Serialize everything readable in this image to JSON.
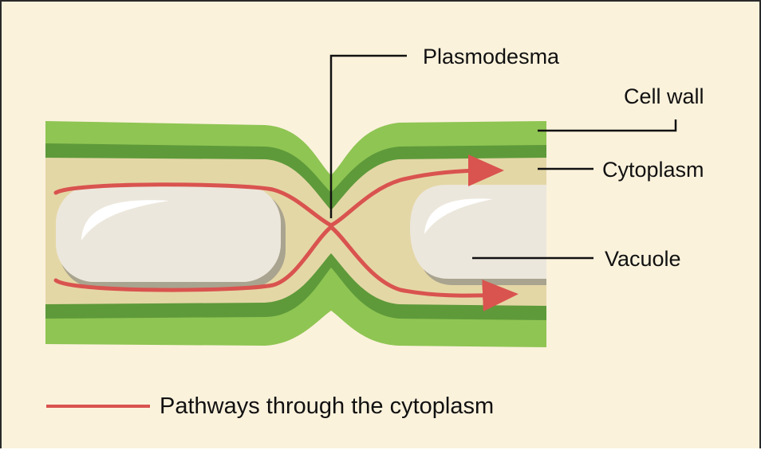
{
  "labels": {
    "plasmodesma": "Plasmodesma",
    "cell_wall": "Cell wall",
    "cytoplasm": "Cytoplasm",
    "vacuole": "Vacuole"
  },
  "legend": {
    "pathway_label": "Pathways through the cytoplasm",
    "pathway_color": "#d94b4b"
  },
  "colors": {
    "background": "#fbf2dc",
    "cell_wall_light": "#8fc553",
    "cell_wall_dark": "#5e9a3a",
    "cytoplasm": "#e4d7a6",
    "vacuole": "#ece7dc",
    "vacuole_shadow": "#a9a48f",
    "pathway_arrow": "#d9534f",
    "leader_line": "#111111"
  }
}
